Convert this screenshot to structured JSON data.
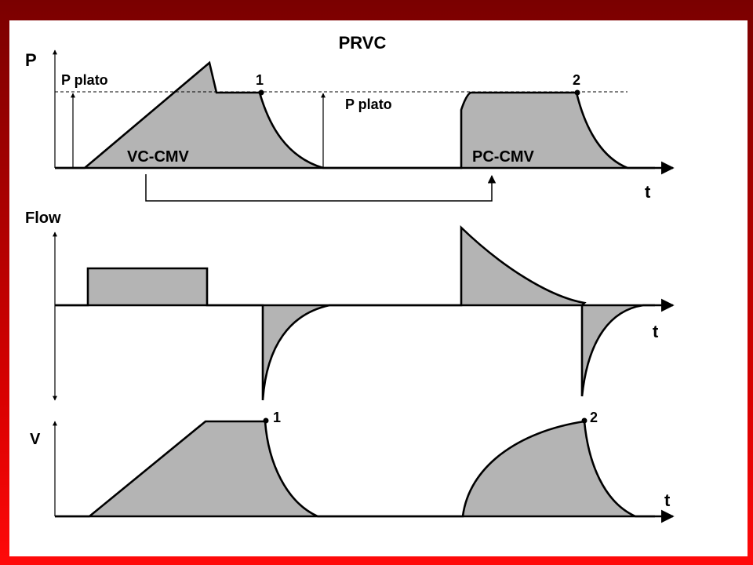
{
  "title": "PRVC",
  "colors": {
    "background_top": "#7a0000",
    "background_bottom": "#ff0a0a",
    "panel": "#ffffff",
    "fill": "#b4b4b4",
    "line": "#000000"
  },
  "pressure_panel": {
    "axis_label": "P",
    "time_label": "t",
    "plateau_label_left": "P plato",
    "plateau_label_mid": "P plato",
    "breath_1_label": "1",
    "breath_2_label": "2",
    "mode_1_label": "VC-CMV",
    "mode_2_label": "PC-CMV"
  },
  "flow_panel": {
    "axis_label": "Flow",
    "time_label": "t"
  },
  "volume_panel": {
    "axis_label": "V",
    "time_label": "t",
    "breath_1_label": "1",
    "breath_2_label": "2"
  }
}
